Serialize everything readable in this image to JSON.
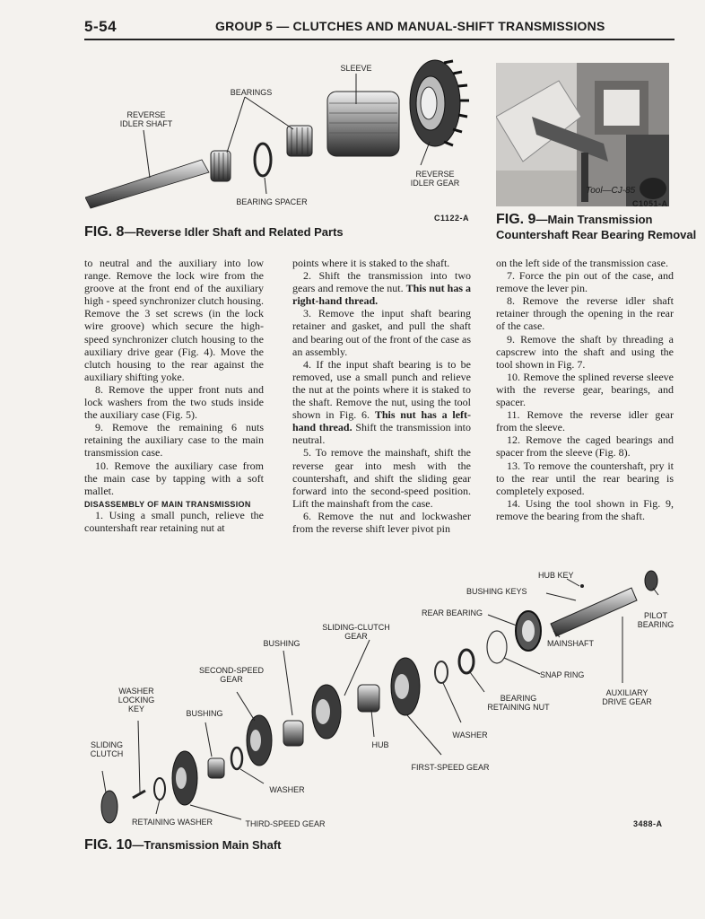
{
  "header": {
    "page_number": "5-54",
    "title": "GROUP 5 — CLUTCHES AND MANUAL-SHIFT TRANSMISSIONS"
  },
  "fig8": {
    "labels": {
      "sleeve": "SLEEVE",
      "bearings": "BEARINGS",
      "reverse_idler_shaft_1": "REVERSE",
      "reverse_idler_shaft_2": "IDLER SHAFT",
      "reverse_idler_gear_1": "REVERSE",
      "reverse_idler_gear_2": "IDLER GEAR",
      "bearing_spacer": "BEARING SPACER"
    },
    "code": "C1122-A",
    "caption_num": "FIG. 8",
    "caption_text": "—Reverse Idler Shaft and Related Parts"
  },
  "fig9": {
    "tool_label": "Tool—CJ-85",
    "code": "C1051-A",
    "caption_num": "FIG. 9",
    "caption_text_1": "—Main Transmission",
    "caption_text_2": "Countershaft Rear Bearing Removal"
  },
  "text": {
    "c1_p1": "to neutral and the auxiliary into low range. Remove the lock wire from the groove at the front end of the auxiliary high - speed synchronizer clutch housing. Remove the 3 set screws (in the lock wire groove) which secure the high-speed synchronizer clutch housing to the auxiliary drive gear (Fig. 4). Move the clutch housing to the rear against the auxiliary shifting yoke.",
    "c1_p2": "8. Remove the upper front nuts and lock washers from the two studs inside the auxiliary case (Fig. 5).",
    "c1_p3": "9. Remove the remaining 6 nuts retaining the auxiliary case to the main transmission case.",
    "c1_p4": "10. Remove the auxiliary case from the main case by tapping with a soft mallet.",
    "c1_head": "DISASSEMBLY OF MAIN TRANSMISSION",
    "c1_p5": "1. Using a small punch, relieve the countershaft rear retaining nut at",
    "c2_p1": "points where it is staked to the shaft.",
    "c2_p2a": "2. Shift the transmission into two gears and remove the nut.",
    "c2_p2b": "This nut has a right-hand thread.",
    "c2_p3": "3. Remove the input shaft bearing retainer and gasket, and pull the shaft and bearing out of the front of the case as an assembly.",
    "c2_p4a": "4. If the input shaft bearing is to be removed, use a small punch and relieve the nut at the points where it is staked to the shaft. Remove the nut, using the tool shown in Fig. 6.",
    "c2_p4b": "This nut has a left-hand thread.",
    "c2_p4c": "Shift the transmission into neutral.",
    "c2_p5": "5. To remove the mainshaft, shift the reverse gear into mesh with the countershaft, and shift the sliding gear forward into the second-speed position. Lift the mainshaft from the case.",
    "c2_p6": "6. Remove the nut and lockwasher from the reverse shift lever pivot pin",
    "c3_p1": "on the left side of the transmission case.",
    "c3_p2": "7. Force the pin out of the case, and remove the lever pin.",
    "c3_p3": "8. Remove the reverse idler shaft retainer through the opening in the rear of the case.",
    "c3_p4": "9. Remove the shaft by threading a capscrew into the shaft and using the tool shown in Fig. 7.",
    "c3_p5": "10. Remove the splined reverse sleeve with the reverse gear, bearings, and spacer.",
    "c3_p6": "11. Remove the reverse idler gear from the sleeve.",
    "c3_p7": "12. Remove the caged bearings and spacer from the sleeve (Fig. 8).",
    "c3_p8": "13. To remove the countershaft, pry it to the rear until the rear bearing is completely exposed.",
    "c3_p9": "14. Using the tool shown in Fig. 9, remove the bearing from the shaft."
  },
  "fig10": {
    "labels": {
      "hub_key": "HUB KEY",
      "bushing_keys": "BUSHING KEYS",
      "pilot_bearing_1": "PILOT",
      "pilot_bearing_2": "BEARING",
      "rear_bearing": "REAR BEARING",
      "sliding_clutch_gear_1": "SLIDING-CLUTCH",
      "sliding_clutch_gear_2": "GEAR",
      "mainshaft": "MAINSHAFT",
      "bushing_top": "BUSHING",
      "second_speed_gear_1": "SECOND-SPEED",
      "second_speed_gear_2": "GEAR",
      "snap_ring": "SNAP RING",
      "washer_locking_key_1": "WASHER",
      "washer_locking_key_2": "LOCKING",
      "washer_locking_key_3": "KEY",
      "auxiliary_drive_gear_1": "AUXILIARY",
      "auxiliary_drive_gear_2": "DRIVE GEAR",
      "bearing_retaining_nut_1": "BEARING",
      "bearing_retaining_nut_2": "RETAINING NUT",
      "bushing_left": "BUSHING",
      "sliding_clutch_1": "SLIDING",
      "sliding_clutch_2": "CLUTCH",
      "washer_right": "WASHER",
      "hub": "HUB",
      "first_speed_gear": "FIRST-SPEED GEAR",
      "washer_bottom": "WASHER",
      "retaining_washer": "RETAINING WASHER",
      "third_speed_gear": "THIRD-SPEED GEAR"
    },
    "code": "3488-A",
    "caption_num": "FIG. 10",
    "caption_text": "—Transmission Main Shaft"
  }
}
